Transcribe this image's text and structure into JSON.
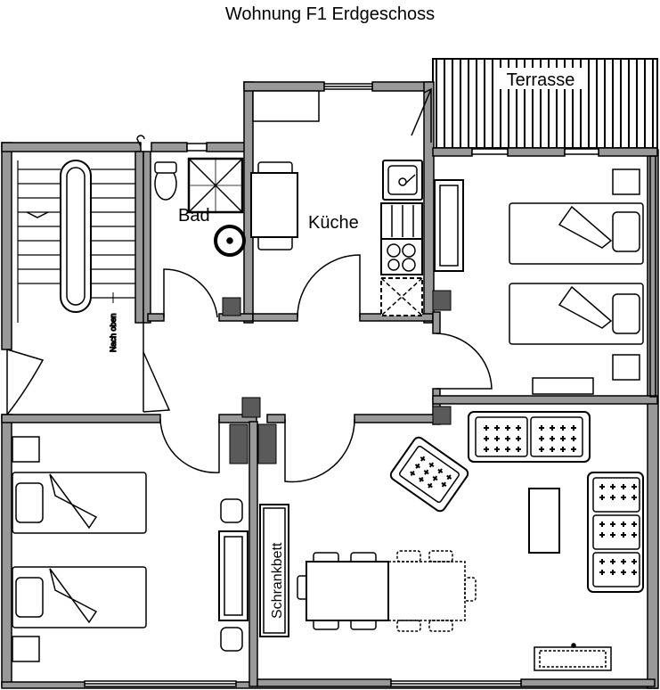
{
  "title": "Wohnung F1 Erdgeschoss",
  "rooms": {
    "terrace": "Terrasse",
    "bath": "Bad",
    "kitchen": "Küche",
    "stairs_note": "Nach oben",
    "murphy_bed": "Schrankbett"
  },
  "colors": {
    "wall_fill": "#999999",
    "wall_stroke": "#000000",
    "column": "#5a5a5a",
    "background": "#ffffff"
  }
}
